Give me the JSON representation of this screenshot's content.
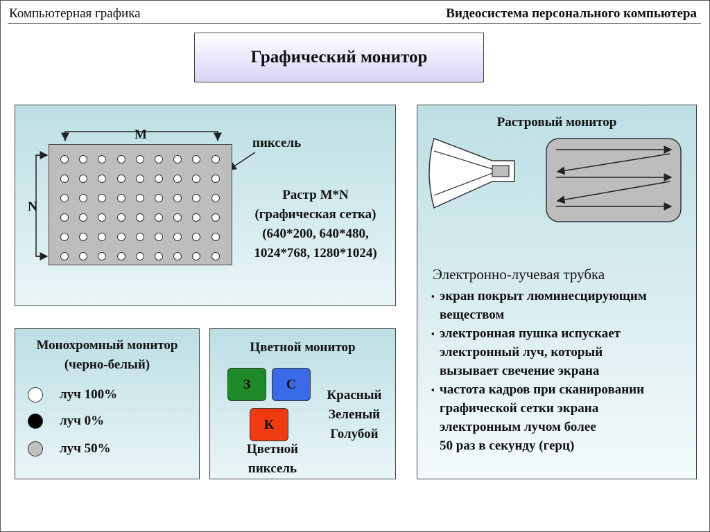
{
  "header": {
    "left": "Компьютерная графика",
    "right": "Видеосистема персонального компьютера"
  },
  "title": "Графический монитор",
  "raster_panel": {
    "m_label": "M",
    "n_label": "N",
    "pixel_label": "пиксель",
    "lines": [
      "Растр M*N",
      "(графическая сетка)",
      "(640*200, 640*480,",
      "1024*768, 1280*1024)"
    ],
    "grid_rows": 6,
    "grid_cols": 9
  },
  "mono_panel": {
    "title_lines": [
      "Монохромный монитор",
      "(черно-белый)"
    ],
    "rays": [
      {
        "label": "луч 100%",
        "color": "#ffffff"
      },
      {
        "label": "луч 0%",
        "color": "#000000"
      },
      {
        "label": "луч 50%",
        "color": "#c0c0c0"
      }
    ]
  },
  "color_panel": {
    "title": "Цветной монитор",
    "squares": [
      {
        "letter": "З",
        "color": "#1f8a2a"
      },
      {
        "letter": "С",
        "color": "#3b6ae8"
      },
      {
        "letter": "К",
        "color": "#f03a10"
      }
    ],
    "names": [
      "Красный",
      "Зеленый",
      "Голубой"
    ],
    "pixel_lines": [
      "Цветной",
      "пиксель"
    ]
  },
  "crt_panel": {
    "title": "Растровый монитор",
    "heading": "Электронно-лучевая трубка",
    "items": [
      [
        "экран покрыт люминесцирующим",
        "веществом"
      ],
      [
        "электронная пушка испускает",
        "электронный луч, который",
        "вызывает свечение экрана"
      ],
      [
        "частота кадров при сканировании",
        "графической сетки экрана",
        "электронным лучом более",
        "50 раз в секунду (герц)"
      ]
    ]
  }
}
